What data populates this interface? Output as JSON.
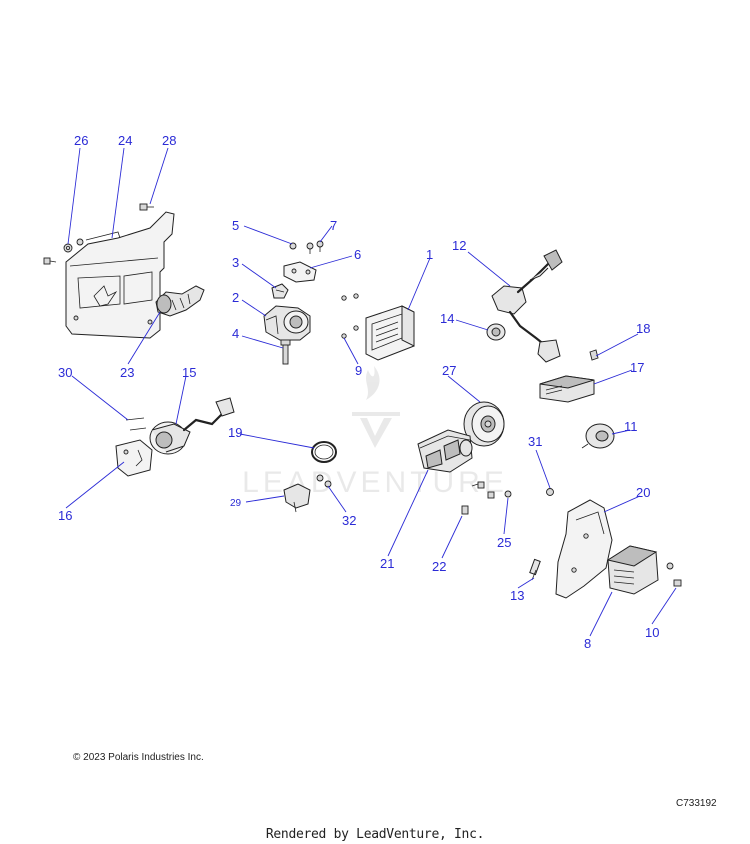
{
  "copyright": "© 2023 Polaris Industries Inc.",
  "diagram_code": "C733192",
  "footer": "Rendered by LeadVenture, Inc.",
  "watermark_text": "LEADVENTURE",
  "accent_color": "#2b2bd6",
  "callouts": {
    "c1": "1",
    "c2": "2",
    "c3": "3",
    "c4": "4",
    "c5": "5",
    "c6": "6",
    "c7": "7",
    "c8": "8",
    "c9": "9",
    "c10": "10",
    "c11": "11",
    "c12": "12",
    "c13": "13",
    "c14": "14",
    "c15": "15",
    "c16": "16",
    "c17": "17",
    "c18": "18",
    "c19": "19",
    "c20": "20",
    "c21": "21",
    "c22": "22",
    "c23": "23",
    "c24": "24",
    "c25": "25",
    "c26": "26",
    "c27": "27",
    "c28": "28",
    "c29": "29",
    "c30": "30",
    "c31": "31",
    "c32": "32"
  }
}
